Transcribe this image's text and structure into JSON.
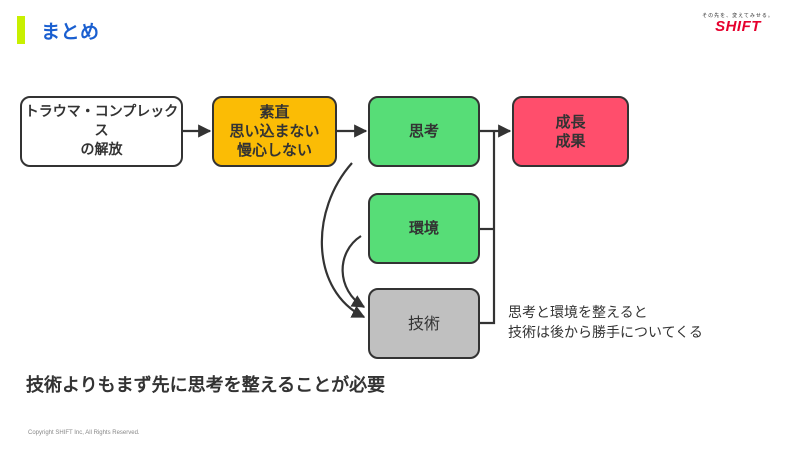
{
  "slide": {
    "title": "まとめ",
    "accent_color": "#c8f000",
    "title_color": "#1a5fd0"
  },
  "logo": {
    "tagline": "その先を、変えてみせる。",
    "wordmark": "SHIFT",
    "color": "#e6002d"
  },
  "diagram": {
    "nodes": [
      {
        "id": "trauma",
        "label": "トラウマ・コンプレックス\nの解放",
        "color": "#ffffff"
      },
      {
        "id": "mindset",
        "label": "素直\n思い込まない\n慢心しない",
        "color": "#fbbc05"
      },
      {
        "id": "thinking",
        "label": "思考",
        "color": "#57dd77"
      },
      {
        "id": "growth",
        "label": "成長\n成果",
        "color": "#ff4e6c"
      },
      {
        "id": "environment",
        "label": "環境",
        "color": "#57dd77"
      },
      {
        "id": "technique",
        "label": "技術",
        "color": "#c0c0c0"
      }
    ],
    "edges": [
      {
        "from": "trauma",
        "to": "mindset"
      },
      {
        "from": "mindset",
        "to": "thinking"
      },
      {
        "from": "thinking",
        "to": "growth"
      },
      {
        "from": "environment",
        "to": "growth"
      },
      {
        "from": "technique",
        "to": "growth"
      },
      {
        "from": "thinking",
        "to": "technique"
      },
      {
        "from": "environment",
        "to": "technique"
      }
    ],
    "note": "思考と環境を整えると\n技術は後から勝手についてくる"
  },
  "conclusion": "技術よりもまず先に思考を整えることが必要",
  "footer": {
    "copyright": "Copyright SHIFT Inc, All Rights Reserved."
  }
}
